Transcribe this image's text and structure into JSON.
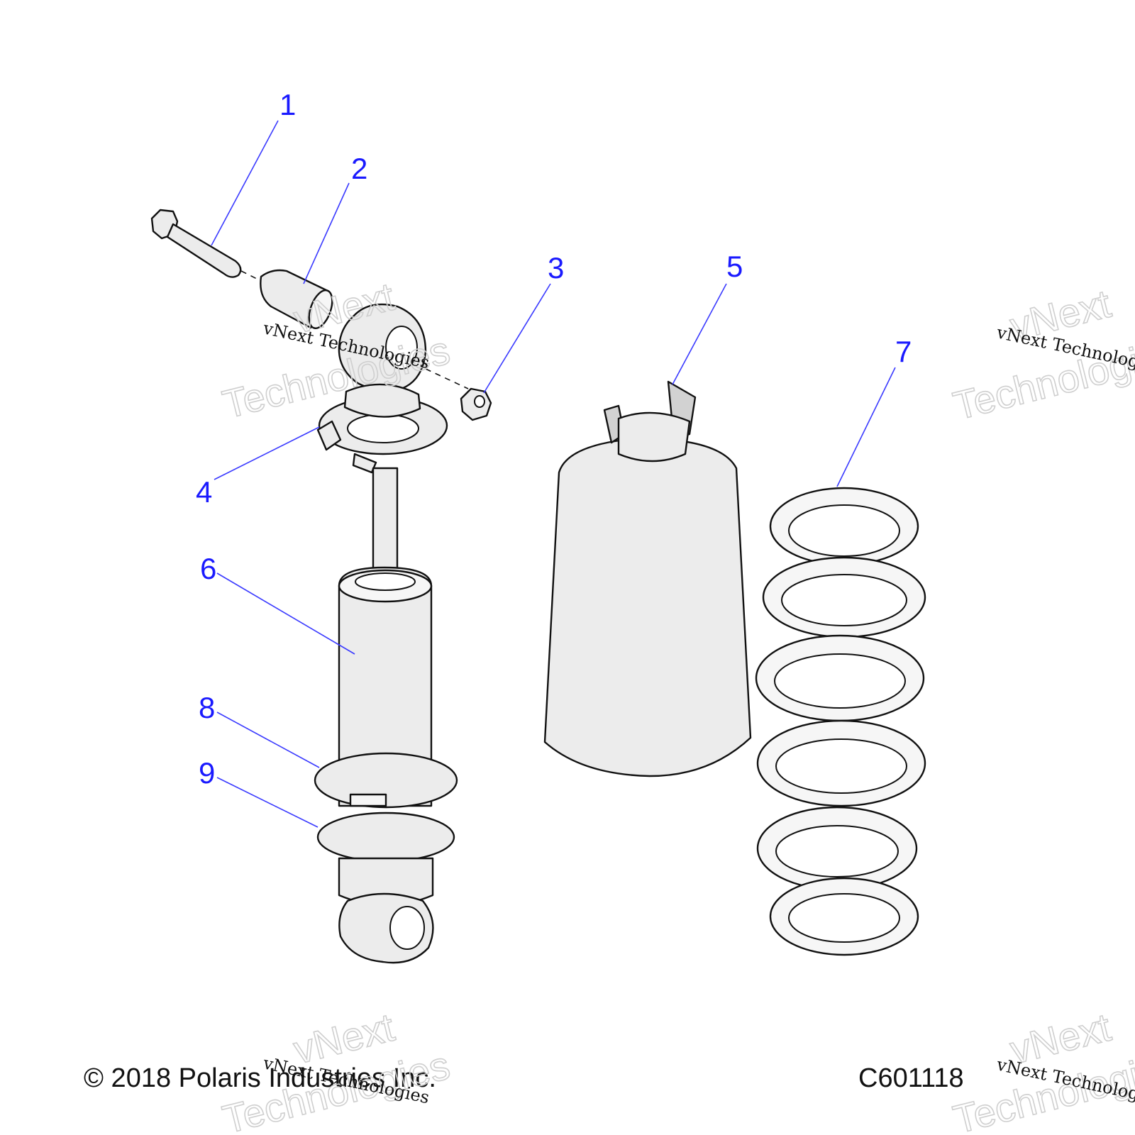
{
  "callouts": [
    {
      "id": "1",
      "label": "1"
    },
    {
      "id": "2",
      "label": "2"
    },
    {
      "id": "3",
      "label": "3"
    },
    {
      "id": "4",
      "label": "4"
    },
    {
      "id": "5",
      "label": "5"
    },
    {
      "id": "6",
      "label": "6"
    },
    {
      "id": "7",
      "label": "7"
    },
    {
      "id": "8",
      "label": "8"
    },
    {
      "id": "9",
      "label": "9"
    }
  ],
  "footer": {
    "copyright": "© 2018 Polaris Industries Inc.",
    "figure_code": "C601118"
  },
  "watermarks": {
    "vnext": "vNext",
    "technologies": "Technologies",
    "full": "vNext Technologies"
  },
  "colors": {
    "callout": "#1a1aff",
    "part_fill": "#ececec",
    "outline": "#111111"
  }
}
